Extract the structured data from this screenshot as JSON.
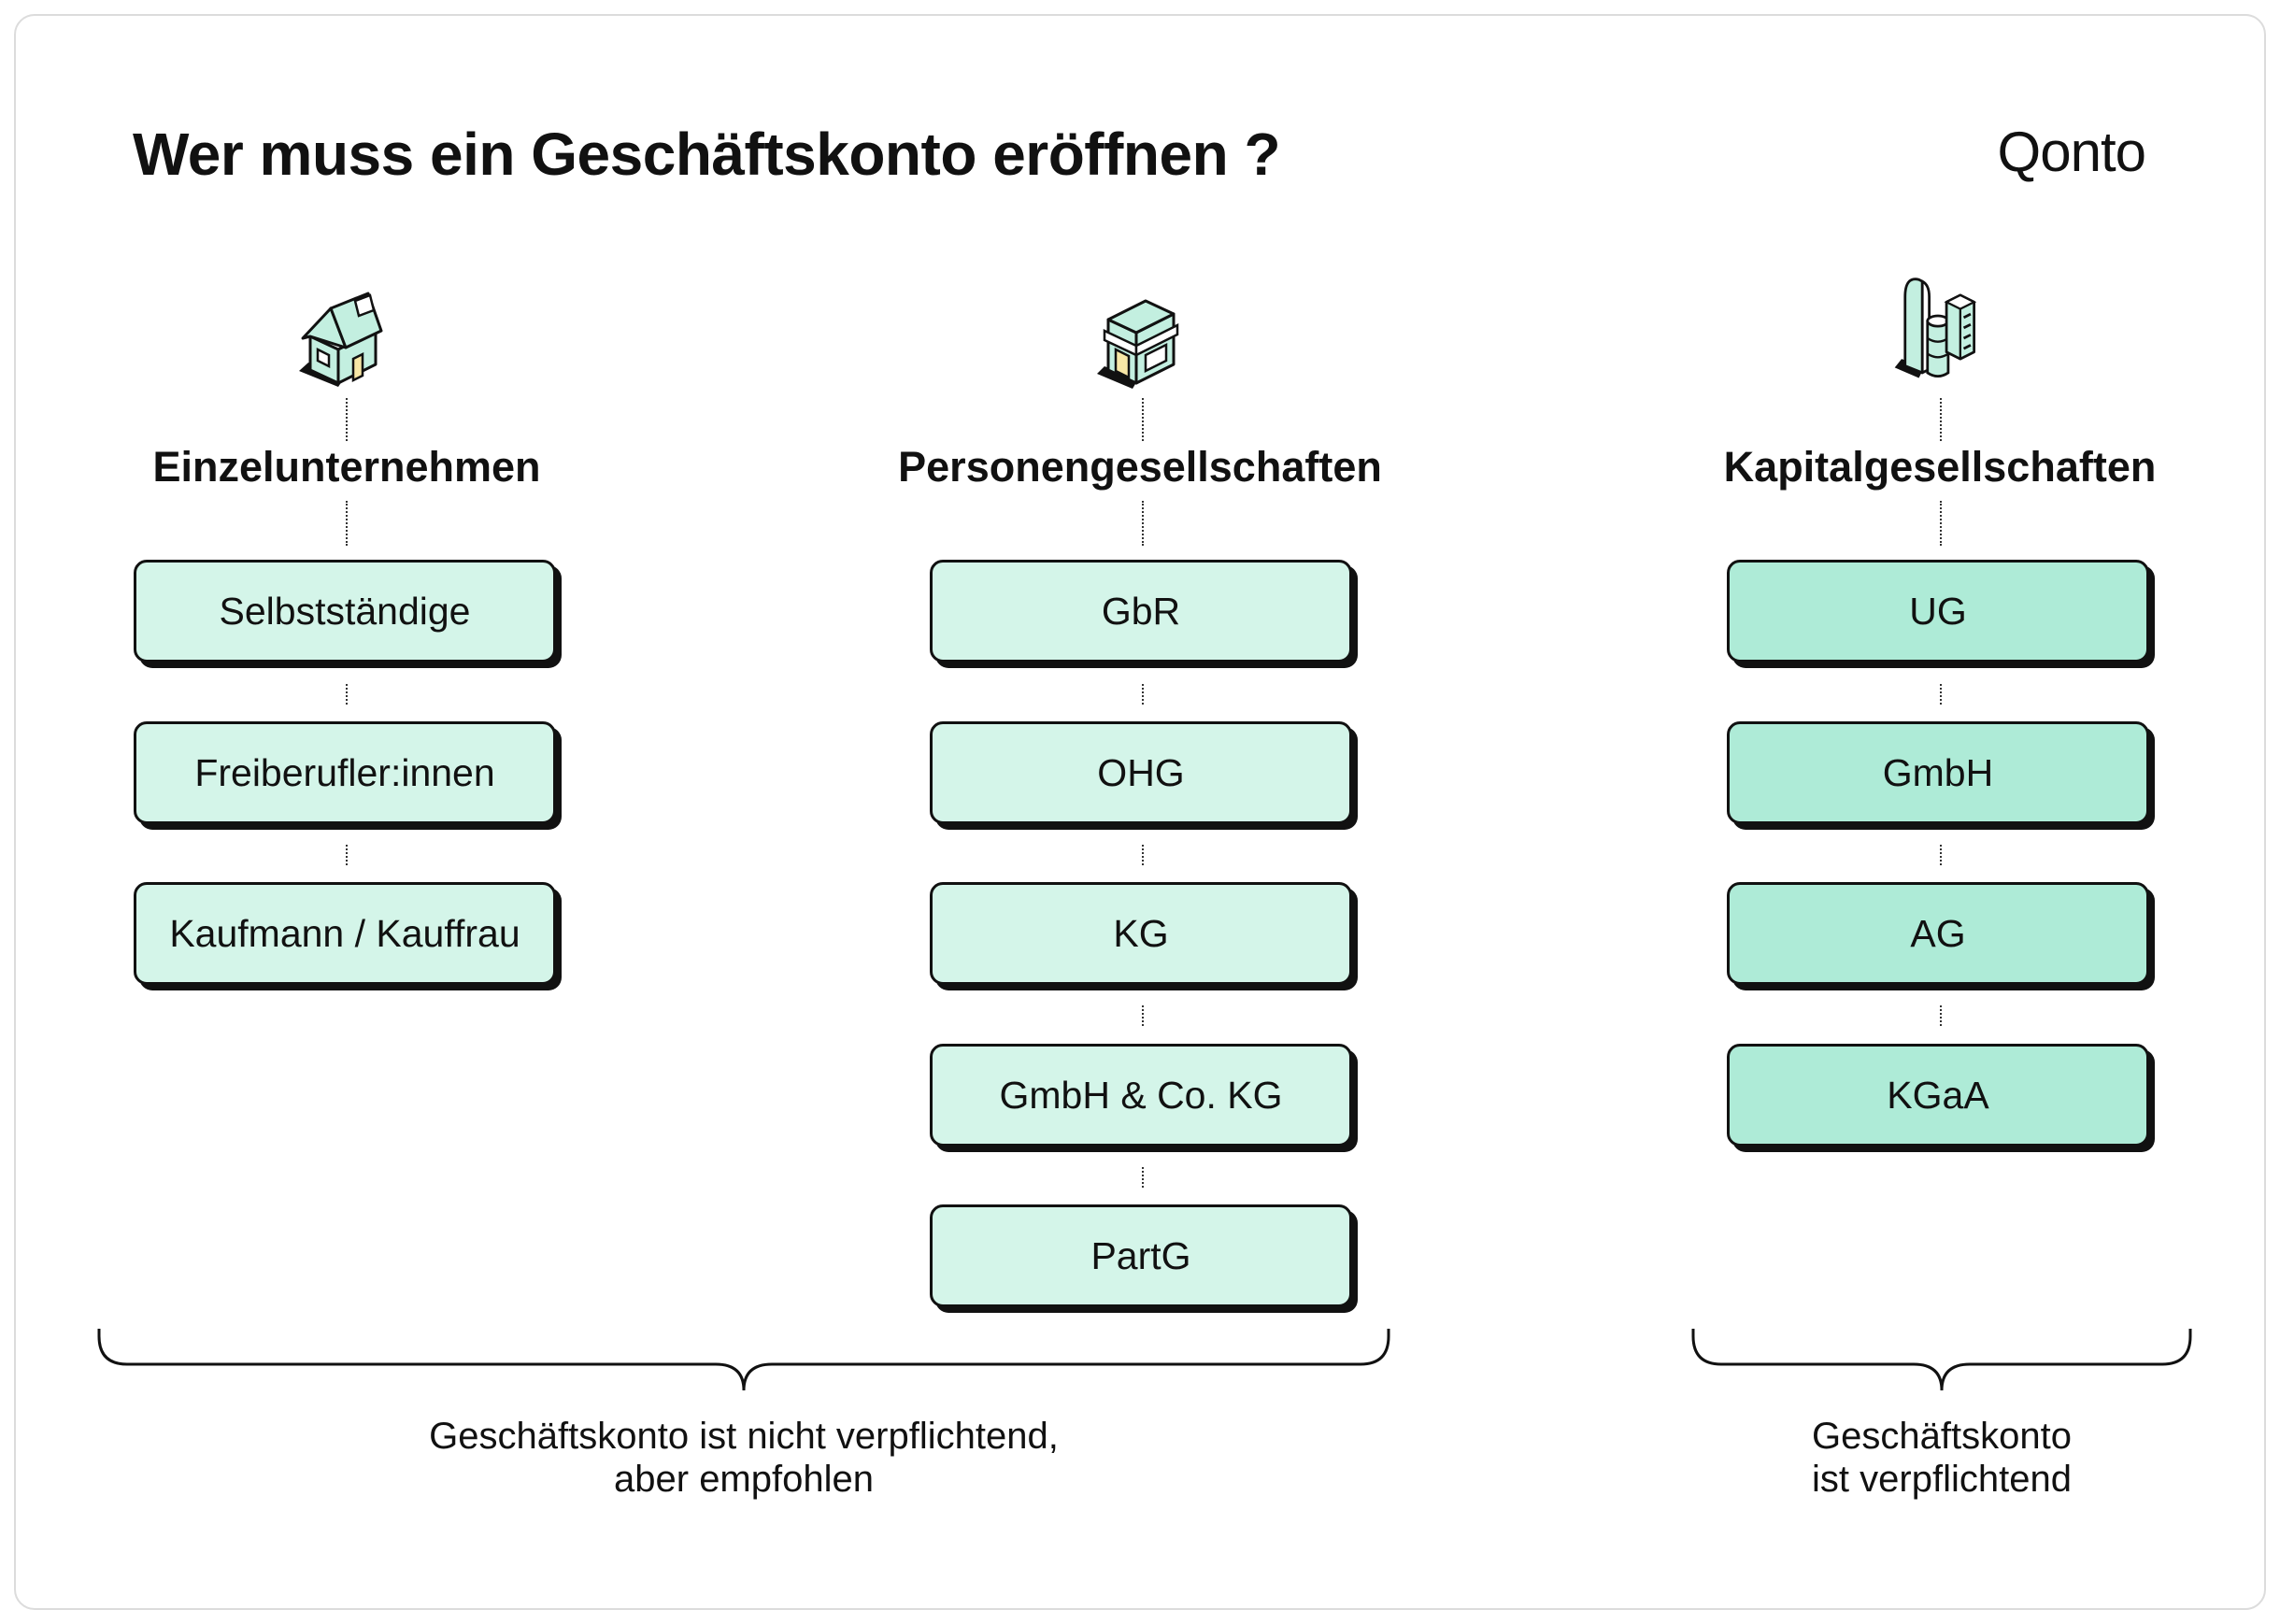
{
  "title": "Wer muss ein Geschäftskonto eröffnen ?",
  "brand": "Qonto",
  "columns": [
    {
      "icon": "house-icon",
      "label": "Einzelunternehmen",
      "items": [
        "Selbstständige",
        "Freiberufler:innen",
        "Kaufmann / Kauffrau"
      ]
    },
    {
      "icon": "shop-icon",
      "label": "Personengesellschaften",
      "items": [
        "GbR",
        "OHG",
        "KG",
        "GmbH & Co. KG",
        "PartG"
      ]
    },
    {
      "icon": "office-building-icon",
      "label": "Kapitalgesellschaften",
      "items": [
        "UG",
        "GmbH",
        "AG",
        "KGaA"
      ]
    }
  ],
  "notes": {
    "optional": [
      "Geschäftskonto ist nicht verpflichtend,",
      "aber empfohlen"
    ],
    "mandatory": [
      "Geschäftskonto",
      "ist verpflichtend"
    ]
  },
  "colors": {
    "box_light": "#d4f5e9",
    "box_mid": "#aeebd7",
    "icon_fill": "#c3efe0",
    "ink": "#111111"
  }
}
